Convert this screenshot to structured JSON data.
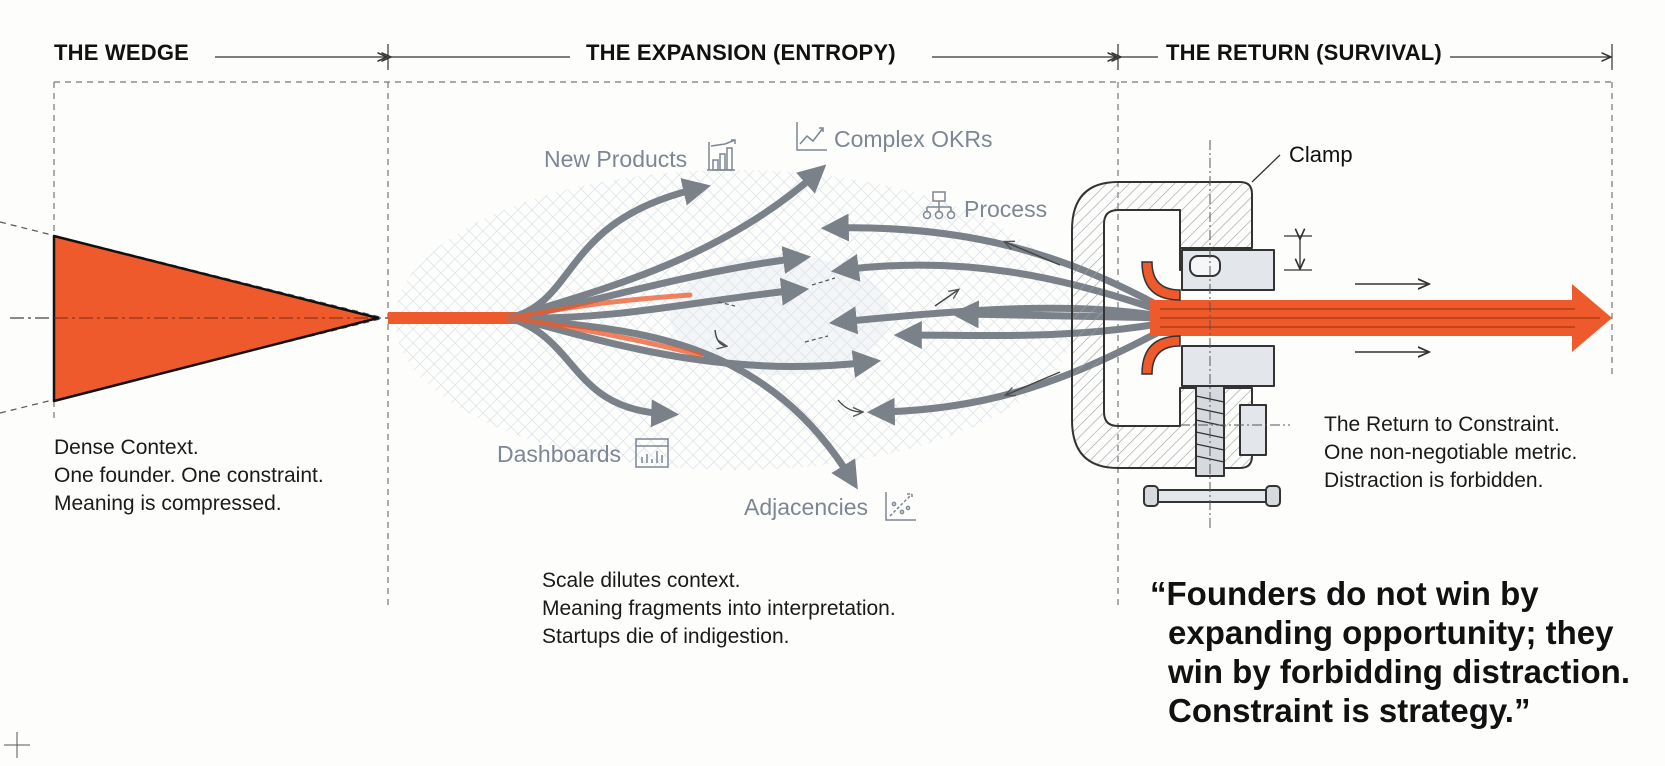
{
  "sections": {
    "wedge": "THE WEDGE",
    "expansion": "THE EXPANSION (ENTROPY)",
    "return": "THE RETURN (SURVIVAL)"
  },
  "wedge_text": [
    "Dense Context.",
    "One founder. One constraint.",
    "Meaning is compressed."
  ],
  "expansion_labels": {
    "new_products": "New Products",
    "complex_okrs": "Complex OKRs",
    "process": "Process",
    "dashboards": "Dashboards",
    "adjacencies": "Adjacencies"
  },
  "expansion_text": [
    "Scale dilutes context.",
    "Meaning fragments into interpretation.",
    "Startups die of indigestion."
  ],
  "clamp_label": "Clamp",
  "return_text": [
    "The Return to Constraint.",
    "One non-negotiable metric.",
    "Distraction is forbidden."
  ],
  "quote_lines": [
    "“Founders do not win by",
    "expanding opportunity; they",
    "win by forbidding distraction.",
    "Constraint is strategy.”"
  ],
  "colors": {
    "accent": "#ee5a2b",
    "strand": "#7b8189",
    "label": "#7d8793",
    "ink": "#111111"
  },
  "icons": [
    "bar-chart-icon",
    "line-chart-icon",
    "flowchart-icon",
    "dashboard-icon",
    "scatter-chart-icon"
  ]
}
